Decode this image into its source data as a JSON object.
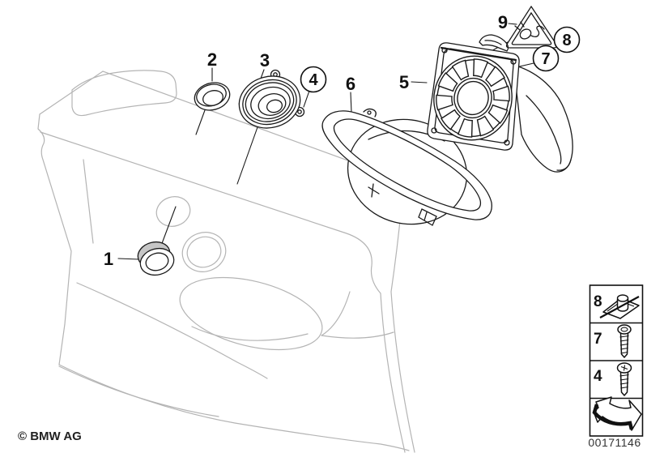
{
  "colors": {
    "part_line": "#1a1a1a",
    "panel_line": "#b4b4b4",
    "background": "#ffffff",
    "shade_fill": "#c6c6c6"
  },
  "callouts": {
    "n1": "1",
    "n2": "2",
    "n3": "3",
    "n4": "4",
    "n5": "5",
    "n6": "6",
    "n7": "7",
    "n8": "8",
    "n9": "9"
  },
  "warning": {
    "icon": "connector-warning-triangle-icon"
  },
  "legend": {
    "rows": [
      {
        "label": "8",
        "icon": "clip-nut-icon"
      },
      {
        "label": "7",
        "icon": "pan-head-screw-icon"
      },
      {
        "label": "4",
        "icon": "oval-head-screw-icon"
      },
      {
        "label": "",
        "icon": "continuation-arrow-icon"
      }
    ]
  },
  "footer": {
    "copyright": "© BMW AG",
    "document_number": "00171146"
  }
}
